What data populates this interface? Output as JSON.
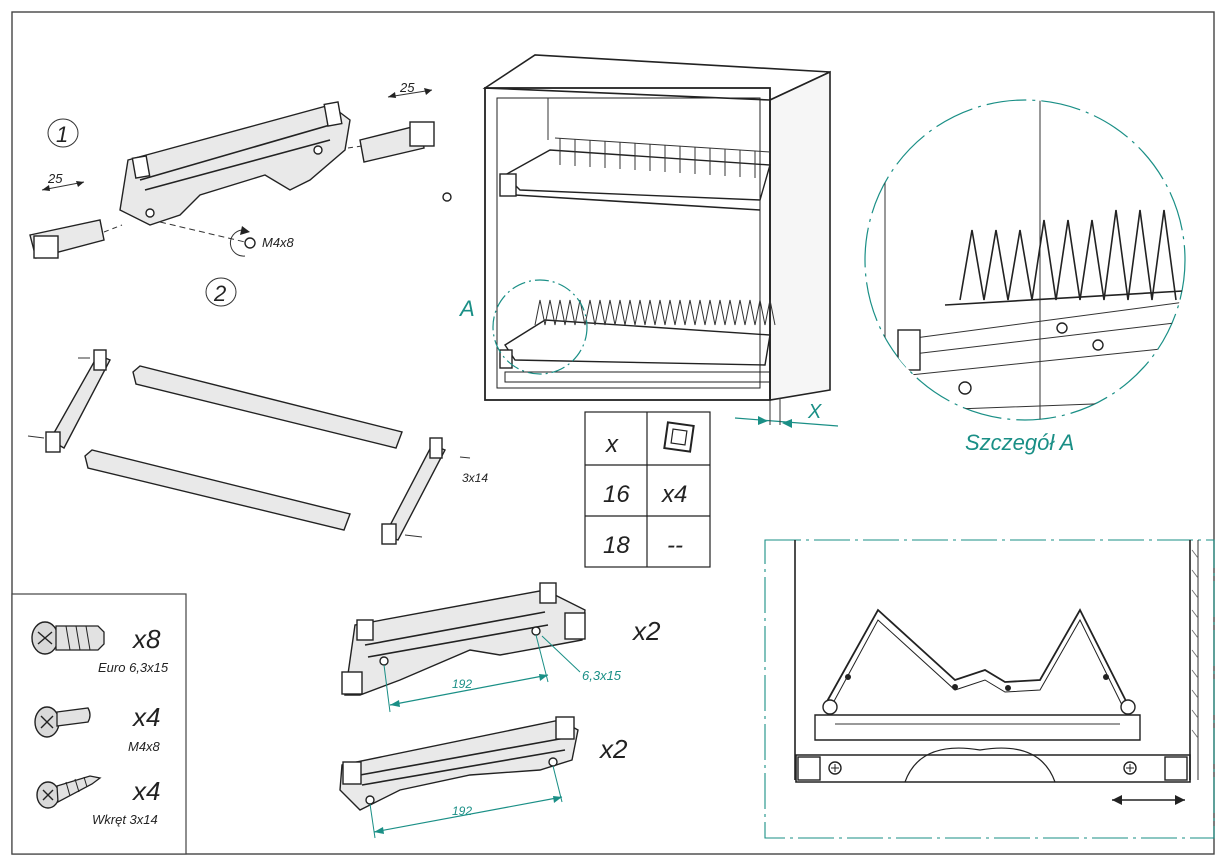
{
  "step_labels": {
    "step1": "1",
    "step2": "2"
  },
  "dimensions": {
    "offset_left": "25",
    "offset_right": "25",
    "rail_hole_spacing_top": "192",
    "rail_hole_spacing_bottom": "192",
    "rail_screw_label": "6,3x15",
    "screw_m4_label": "M4x8",
    "screw_3x14_label": "3x14",
    "cabinet_offset": "X"
  },
  "detail": {
    "marker": "A",
    "title": "Szczegół A"
  },
  "x_table": {
    "header": [
      "x",
      "spacer-icon"
    ],
    "rows": [
      {
        "x": "16",
        "qty": "x4"
      },
      {
        "x": "18",
        "qty": "--"
      }
    ]
  },
  "rail_quantities": {
    "top_rail": "x2",
    "bottom_rail": "x2"
  },
  "hardware": [
    {
      "icon": "euro-screw-icon",
      "qty": "x8",
      "label": "Euro 6,3x15"
    },
    {
      "icon": "machine-screw-icon",
      "qty": "x4",
      "label": "M4x8"
    },
    {
      "icon": "wood-screw-icon",
      "qty": "x4",
      "label": "Wkręt 3x14"
    }
  ],
  "colors": {
    "accent": "#1a8f86",
    "ink": "#222222",
    "frame": "#444444"
  }
}
